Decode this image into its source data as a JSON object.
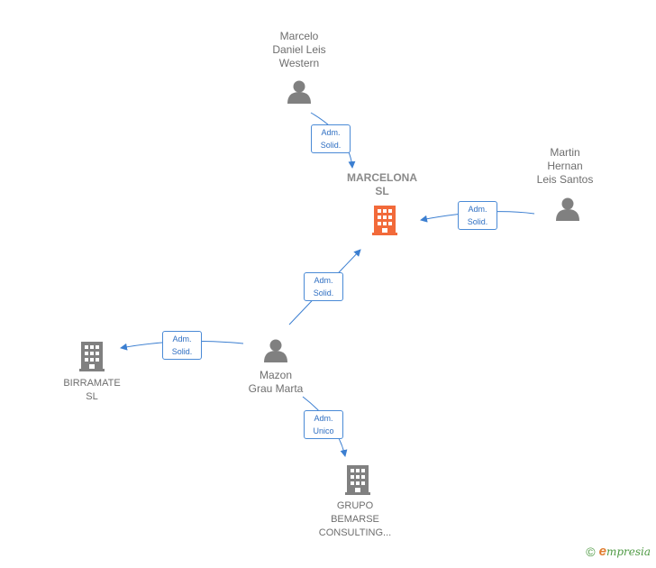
{
  "colors": {
    "person": "#808080",
    "company": "#808080",
    "main_company": "#f26a3a",
    "edge": "#3c7fd1",
    "edge_label_text": "#2f6fc2",
    "brand_green": "#4f9a44",
    "brand_orange": "#e07b2e"
  },
  "nodes": {
    "marcelo": {
      "label": "Marcelo\nDaniel Leis\nWestern",
      "icon": "person-icon"
    },
    "marcelona": {
      "label": "MARCELONA\nSL",
      "icon": "building-icon"
    },
    "martin": {
      "label": "Martin\nHernan\nLeis Santos",
      "icon": "person-icon"
    },
    "mazon": {
      "label": "Mazon\nGrau Marta",
      "icon": "person-icon"
    },
    "birramate": {
      "label": "BIRRAMATE\nSL",
      "icon": "building-icon"
    },
    "grupo": {
      "label": "GRUPO\nBEMARSE\nCONSULTING...",
      "icon": "building-icon"
    }
  },
  "edges": {
    "marcelo_marcelona": {
      "label": "Adm.\nSolid."
    },
    "martin_marcelona": {
      "label": "Adm.\nSolid."
    },
    "mazon_marcelona": {
      "label": "Adm.\nSolid."
    },
    "mazon_birramate": {
      "label": "Adm.\nSolid."
    },
    "mazon_grupo": {
      "label": "Adm.\nUnico"
    }
  },
  "footer": {
    "copyright_symbol": "©",
    "brand_initial": "e",
    "brand_rest": "mpresia"
  }
}
